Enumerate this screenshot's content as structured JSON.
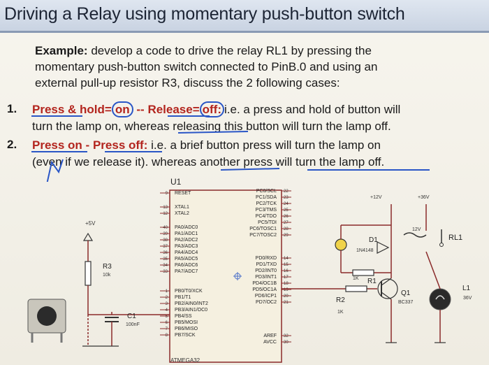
{
  "title": "Driving a Relay using momentary push-button switch",
  "example": {
    "label": "Example:",
    "line1": "develop a code to drive the relay RL1 by pressing the",
    "line2": "momentary push-button switch connected to PinB.0 and using an",
    "line3": "external pull-up resistor R3, discuss the 2 following cases:"
  },
  "cases": [
    {
      "number": "1.",
      "press_label": "Press & hold=",
      "press_value": "on",
      "sep": "--",
      "release_label": "Release=",
      "release_value": "off:",
      "rest1": "i.e. a press and hold of button will",
      "line2": "turn the lamp on, whereas releasing this button will turn the lamp off."
    },
    {
      "number": "2.",
      "press_label": "Press on",
      "sep": "-",
      "release_label": "Press off:",
      "rest1": "i.e. a brief button press will turn the lamp on",
      "line2": "(even if we release it). whereas another press will turn the lamp off."
    }
  ],
  "schematic": {
    "chip_ref": "U1",
    "chip_name": "ATMEGA32",
    "left_pins": [
      "RESET",
      "XTAL1",
      "XTAL2",
      "PA0/ADC0",
      "PA1/ADC1",
      "PA2/ADC2",
      "PA3/ADC3",
      "PA4/ADC4",
      "PA5/ADC5",
      "PA6/ADC6",
      "PA7/ADC7",
      "PB0/T0/XCK",
      "PB1/T1",
      "PB2/AIN0/INT2",
      "PB3/AIN1/OC0",
      "PB4/SS",
      "PB5/MOSI",
      "PB6/MISO",
      "PB7/SCK"
    ],
    "left_nums": [
      "9",
      "13",
      "12",
      "40",
      "39",
      "38",
      "37",
      "36",
      "35",
      "34",
      "33",
      "1",
      "2",
      "3",
      "4",
      "5",
      "6",
      "7",
      "8"
    ],
    "right_top_pins": [
      "PC0/SCL",
      "PC1/SDA",
      "PC2/TCK",
      "PC3/TMS",
      "PC4/TDO",
      "PC5/TDI",
      "PC6/TOSC1",
      "PC7/TOSC2"
    ],
    "right_top_nums": [
      "22",
      "23",
      "24",
      "25",
      "26",
      "27",
      "28",
      "29"
    ],
    "right_mid_pins": [
      "PD0/RXD",
      "PD1/TXD",
      "PD2/INT0",
      "PD3/INT1",
      "PD4/OC1B",
      "PD5/OC1A",
      "PD6/ICP1",
      "PD7/OC2"
    ],
    "right_mid_nums": [
      "14",
      "15",
      "16",
      "17",
      "18",
      "19",
      "20",
      "21"
    ],
    "right_bot_pins": [
      "AREF",
      "AVCC"
    ],
    "right_bot_nums": [
      "32",
      "30"
    ],
    "supply_5v": "+5V",
    "supply_12v": "+12V",
    "supply_36v": "+36V",
    "r3": "R3",
    "r3_val": "10k",
    "c1": "C1",
    "c1_val": "100nF",
    "d1": "D1",
    "d1_val": "1N4148",
    "relay": "RL1",
    "relay_val": "12V",
    "r1": "R1",
    "r1_val": "1K",
    "r2": "R2",
    "r2_val": "1K",
    "q1": "Q1",
    "q1_val": "BC337",
    "l1": "L1",
    "l1_val": "36V"
  }
}
